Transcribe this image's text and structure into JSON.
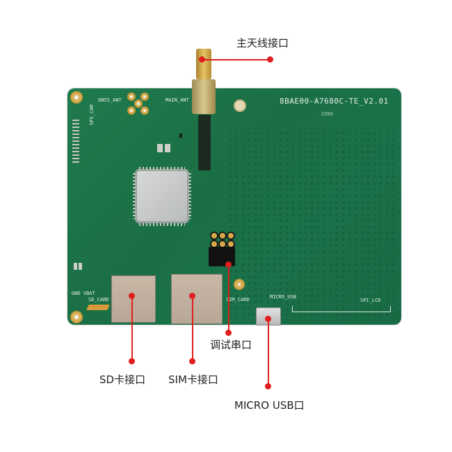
{
  "board": {
    "part_number": "8BAE00-A7680C-TE_V2.01",
    "date_code": "2203",
    "silkscreen": {
      "gnss_ant": "GNSS_ANT",
      "main_ant": "MAIN_ANT",
      "spi_cam": "SPI_CAM",
      "gnd_vbat": "GND VBAT",
      "sd_card": "SD_CARD",
      "sim_card": "SIM_CARD",
      "micro_usb": "MICRO_USB",
      "spi_lcd": "SPI_LCD"
    },
    "colors": {
      "pcb": "#1b6f45",
      "annotation": "#e01e1e",
      "label_text": "#222222"
    }
  },
  "annotations": [
    {
      "id": "main-antenna",
      "label": "主天线接口"
    },
    {
      "id": "debug-serial",
      "label": "调试串口"
    },
    {
      "id": "sd-card",
      "label": "SD卡接口"
    },
    {
      "id": "sim-card",
      "label": "SIM卡接口"
    },
    {
      "id": "micro-usb",
      "label": "MICRO USB口"
    }
  ]
}
